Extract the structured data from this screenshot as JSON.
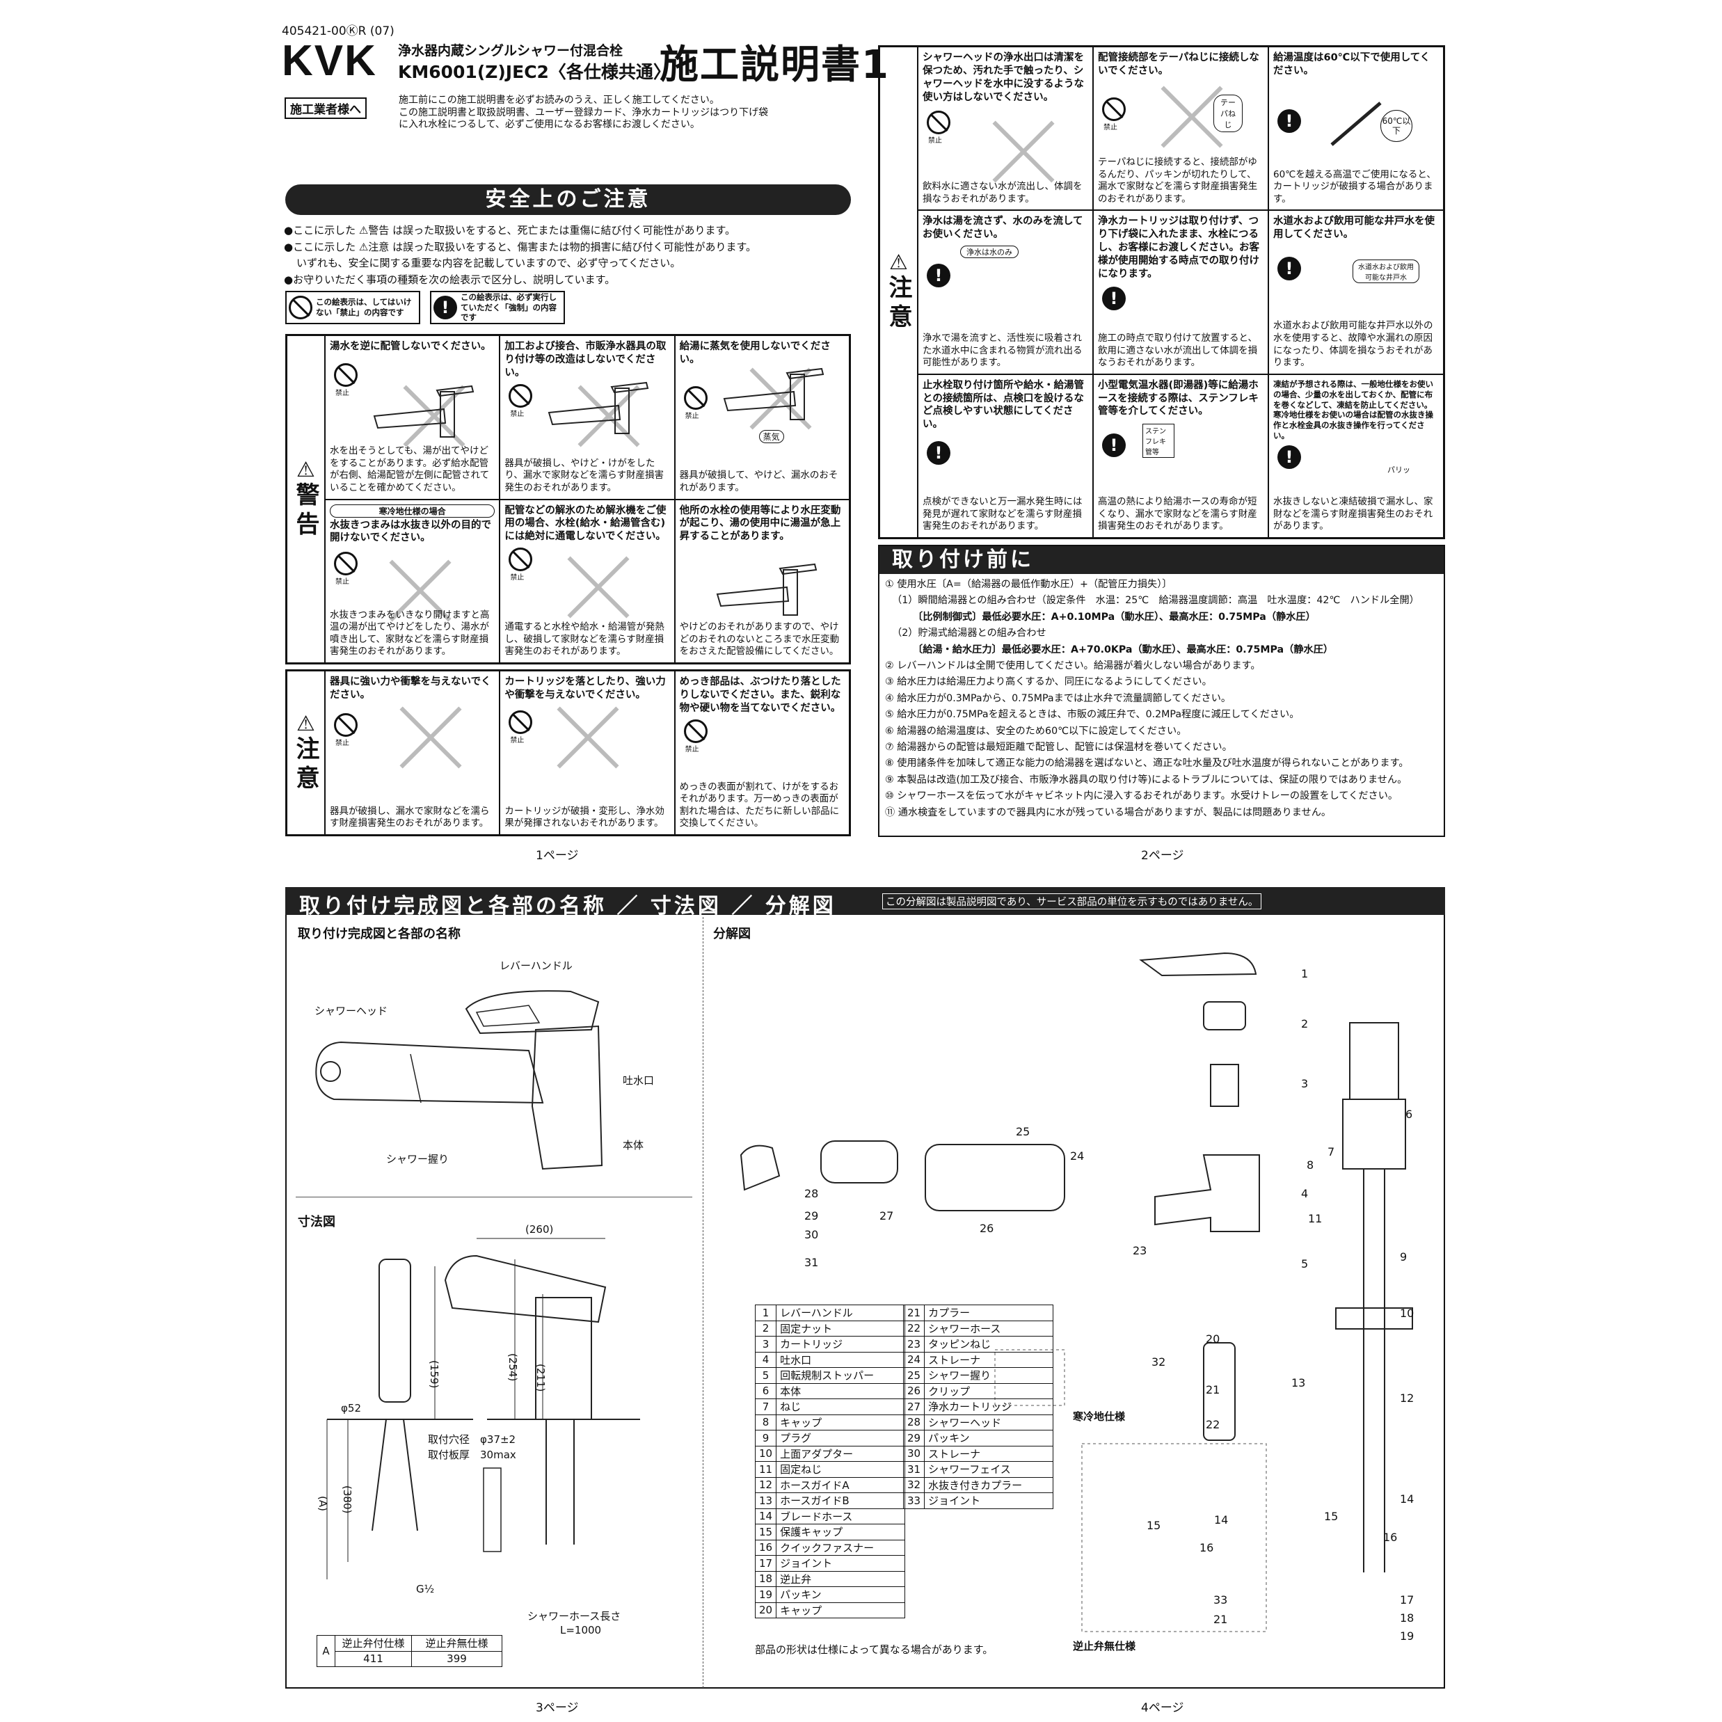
{
  "header": {
    "doc_number": "405421-00ⓀR (07)",
    "brand": "KVK",
    "product_line1": "浄水器内蔵シングルシャワー付混合栓",
    "product_line2": "KM6001(Z)JEC2〈各仕様共通〉",
    "doc_title": "施工説明書1",
    "installer_label": "施工業者様へ",
    "installer_text": [
      "施工前にこの施工説明書を必ずお読みのうえ、正しく施工してください。",
      "この施工説明書と取扱説明書、ユーザー登録カード、浄水カートリッジはつり下げ袋",
      "に入れ水栓につるして、必ずご使用になるお客様にお渡しください。"
    ]
  },
  "safety": {
    "title": "安全上のご注意",
    "intro": [
      "●ここに示した ⚠警告 は誤った取扱いをすると、死亡または重傷に結び付く可能性があります。",
      "●ここに示した ⚠注意 は誤った取扱いをすると、傷害または物的損害に結び付く可能性があります。",
      "いずれも、安全に関する重要な内容を記載していますので、必ず守ってください。",
      "●お守りいただく事項の種類を次の絵表示で区分し、説明しています。"
    ],
    "legend_prohibit": "この絵表示は、してはいけない「禁止」の内容です",
    "legend_mandatory": "この絵表示は、必ず実行していただく「強制」の内容です",
    "warning_label": "警告",
    "caution_label": "注意",
    "prohibit_small": "禁止",
    "warning_cells": [
      {
        "title": "湯水を逆に配管しないでください。",
        "body": "水を出そうとしても、湯が出てやけどをすることがあります。必ず給水配管が右側、給湯配管が左側に配管されていることを確かめてください。"
      },
      {
        "title": "加工および接合、市販浄水器具の取り付け等の改造はしないでください。",
        "body": "器具が破損し、やけど・けがをしたり、漏水で家財などを濡らす財産損害発生のおそれがあります。"
      },
      {
        "title": "給湯に蒸気を使用しないでください。",
        "body": "器具が破損して、やけど、漏水のおそれがあります。",
        "tag": "蒸気"
      },
      {
        "title": "水抜きつまみは水抜き以外の目的で開けないでください。",
        "subtitle": "寒冷地仕様の場合",
        "body": "水抜きつまみをいきなり開けますと高温の湯が出てやけどをしたり、湯水が噴き出して、家財などを濡らす財産損害発生のおそれがあります。"
      },
      {
        "title": "配管などの解氷のため解氷機をご使用の場合、水栓(給水・給湯管含む)には絶対に通電しないでください。",
        "body": "通電すると水栓や給水・給湯管が発熱し、破損して家財などを濡らす財産損害発生のおそれがあります。"
      },
      {
        "title": "他所の水栓の使用等により水圧変動が起こり、湯の使用中に湯温が急上昇することがあります。",
        "body": "やけどのおそれがありますので、やけどのおそれのないところまで水圧変動をおさえた配管設備にしてください。"
      }
    ],
    "caution_cells_p1": [
      {
        "title": "器具に強い力や衝撃を与えないでください。",
        "body": "器具が破損し、漏水で家財などを濡らす財産損害発生のおそれがあります。"
      },
      {
        "title": "カートリッジを落としたり、強い力や衝撃を与えないでください。",
        "body": "カートリッジが破損・変形し、浄水効果が発揮されないおそれがあります。"
      },
      {
        "title": "めっき部品は、ぶつけたり落としたりしないでください。また、鋭利な物や硬い物を当てないでください。",
        "body": "めっきの表面が割れて、けがをするおそれがあります。万一めっきの表面が割れた場合は、ただちに新しい部品に交換してください。"
      }
    ],
    "caution_cells_p2": [
      {
        "title": "シャワーヘッドの浄水出口は清潔を保つため、汚れた手で触ったり、シャワーヘッドを水中に没するような使い方はしないでください。",
        "body": "飲料水に適さない水が流出し、体調を損なうおそれがあります。"
      },
      {
        "title": "配管接続部をテーパねじに接続しないでください。",
        "body": "テーパねじに接続すると、接続部がゆるんだり、パッキンが切れたりして、漏水で家財などを濡らす財産損害発生のおそれがあります。",
        "tag": "テーパねじ"
      },
      {
        "title": "給湯温度は60℃以下で使用してください。",
        "body": "60℃を越える高温でご使用になると、カートリッジが破損する場合があります。",
        "tag": "60℃以下"
      },
      {
        "title": "浄水は湯を流さず、水のみを流してお使いください。",
        "body": "浄水で湯を流すと、活性炭に吸着された水道水中に含まれる物質が流れ出る可能性があります。",
        "tag": "浄水は水のみ"
      },
      {
        "title": "浄水カートリッジは取り付けず、つり下げ袋に入れたまま、水栓につるし、お客様にお渡しください。お客様が使用開始する時点での取り付けになります。",
        "body": "施工の時点で取り付けて放置すると、飲用に適さない水が流出して体調を損なうおそれがあります。"
      },
      {
        "title": "水道水および飲用可能な井戸水を使用してください。",
        "body": "水道水および飲用可能な井戸水以外の水を使用すると、故障や水漏れの原因になったり、体調を損なうおそれがあります。",
        "tag": "水道水および飲用可能な井戸水"
      },
      {
        "title": "止水栓取り付け箇所や給水・給湯管との接続箇所は、点検口を設けるなど点検しやすい状態にしてください。",
        "body": "点検ができないと万一漏水発生時には発見が遅れて家財などを濡らす財産損害発生のおそれがあります。"
      },
      {
        "title": "小型電気温水器(即湯器)等に給湯ホースを接続する際は、ステンフレキ管等を介してください。",
        "body": "高温の熱により給湯ホースの寿命が短くなり、漏水で家財などを濡らす財産損害発生のおそれがあります。",
        "tag": "ステンフレキ管等"
      },
      {
        "title": "凍結が予想される際は、一般地仕様をお使いの場合、少量の水を出しておくか、配管に布を巻くなどして、凍結を防止してください。寒冷地仕様をお使いの場合は配管の水抜き操作と水栓金具の水抜き操作を行ってください。",
        "body": "水抜きしないと凍結破損で漏水し、家財などを濡らす財産損害発生のおそれがあります。",
        "tag": "パリッ"
      }
    ]
  },
  "before_install": {
    "title": "取り付け前に",
    "lines": [
      "① 使用水圧〔A=（給湯器の最低作動水圧）+（配管圧力損失）〕",
      "（1）瞬間給湯器との組み合わせ（設定条件　水温：25℃　給湯器温度調節：高温　吐水温度：42℃　ハンドル全開）",
      "〔比例制御式〕最低必要水圧：A+0.10MPa（動水圧）、最高水圧：0.75MPa（静水圧）",
      "（2）貯湯式給湯器との組み合わせ",
      "〔給湯・給水圧力〕最低必要水圧：A+70.0KPa（動水圧）、最高水圧：0.75MPa（静水圧）",
      "② レバーハンドルは全開で使用してください。給湯器が着火しない場合があります。",
      "③ 給水圧力は給湯圧力より高くするか、同圧になるようにしてください。",
      "④ 給水圧力が0.3MPaから、0.75MPaまでは止水弁で流量調節してください。",
      "⑤ 給水圧力が0.75MPaを超えるときは、市販の減圧弁で、0.2MPa程度に減圧してください。",
      "⑥ 給湯器の給湯温度は、安全のため60℃以下に設定してください。",
      "⑦ 給湯器からの配管は最短距離で配管し、配管には保温材を巻いてください。",
      "⑧ 使用諸条件を加味して適正な能力の給湯器を選ばないと、適正な吐水量及び吐水温度が得られないことがあります。",
      "⑨ 本製品は改造(加工及び接合、市販浄水器具の取り付け等)によるトラブルについては、保証の限りではありません。",
      "⑩ シャワーホースを伝って水がキャビネット内に浸入するおそれがあります。水受けトレーの設置をしてください。",
      "⑪ 通水検査をしていますので器具内に水が残っている場合がありますが、製品には問題ありません。"
    ]
  },
  "pages": {
    "p1": "1ページ",
    "p2": "2ページ",
    "p3": "3ページ",
    "p4": "4ページ"
  },
  "bottom": {
    "title": "取り付け完成図と各部の名称 ／ 寸法図 ／ 分解図",
    "disclaimer": "この分解図は製品説明図であり、サービス部品の単位を示すものではありません。",
    "assembly_title": "取り付け完成図と各部の名称",
    "assembly_labels": {
      "lever": "レバーハンドル",
      "head": "シャワーヘッド",
      "spout": "吐水口",
      "body": "本体",
      "grip": "シャワー握り"
    },
    "dim_title": "寸法図",
    "dims": {
      "d260": "(260)",
      "d159": "(159)",
      "d254": "(254)",
      "d211": "(211)",
      "d380": "(380)",
      "dA": "(A)",
      "phi52": "φ52",
      "hole": "取付穴径　φ37±2",
      "plate": "取付板厚　30max",
      "g": "G½",
      "hose": "シャワーホース長さ",
      "hose_len": "L=1000"
    },
    "a_table": {
      "a": "A",
      "h1": "逆止弁付仕様",
      "h2": "逆止弁無仕様",
      "v1": "411",
      "v2": "399"
    },
    "exploded_title": "分解図",
    "parts_left": [
      [
        "1",
        "レバーハンドル"
      ],
      [
        "2",
        "固定ナット"
      ],
      [
        "3",
        "カートリッジ"
      ],
      [
        "4",
        "吐水口"
      ],
      [
        "5",
        "回転規制ストッパー"
      ],
      [
        "6",
        "本体"
      ],
      [
        "7",
        "ねじ"
      ],
      [
        "8",
        "キャップ"
      ],
      [
        "9",
        "プラグ"
      ],
      [
        "10",
        "上面アダプター"
      ],
      [
        "11",
        "固定ねじ"
      ],
      [
        "12",
        "ホースガイドA"
      ],
      [
        "13",
        "ホースガイドB"
      ],
      [
        "14",
        "ブレードホース"
      ],
      [
        "15",
        "保護キャップ"
      ],
      [
        "16",
        "クイックファスナー"
      ],
      [
        "17",
        "ジョイント"
      ],
      [
        "18",
        "逆止弁"
      ],
      [
        "19",
        "パッキン"
      ],
      [
        "20",
        "キャップ"
      ]
    ],
    "parts_right": [
      [
        "21",
        "カプラー"
      ],
      [
        "22",
        "シャワーホース"
      ],
      [
        "23",
        "タッピンねじ"
      ],
      [
        "24",
        "ストレーナ"
      ],
      [
        "25",
        "シャワー握り"
      ],
      [
        "26",
        "クリップ"
      ],
      [
        "27",
        "浄水カートリッジ"
      ],
      [
        "28",
        "シャワーヘッド"
      ],
      [
        "29",
        "パッキン"
      ],
      [
        "30",
        "ストレーナ"
      ],
      [
        "31",
        "シャワーフェイス"
      ],
      [
        "32",
        "水抜き付きカプラー"
      ],
      [
        "33",
        "ジョイント"
      ]
    ],
    "cold_label": "寒冷地仕様",
    "nocheck_label": "逆止弁無仕様",
    "shape_note": "部品の形状は仕様によって異なる場合があります。",
    "callouts": [
      "1",
      "2",
      "3",
      "4",
      "5",
      "6",
      "7",
      "8",
      "9",
      "10",
      "11",
      "12",
      "13",
      "14",
      "15",
      "16",
      "17",
      "18",
      "19",
      "20",
      "21",
      "22",
      "23",
      "24",
      "25",
      "26",
      "27",
      "28",
      "29",
      "30",
      "31",
      "32",
      "14",
      "15",
      "16",
      "33",
      "21"
    ]
  }
}
